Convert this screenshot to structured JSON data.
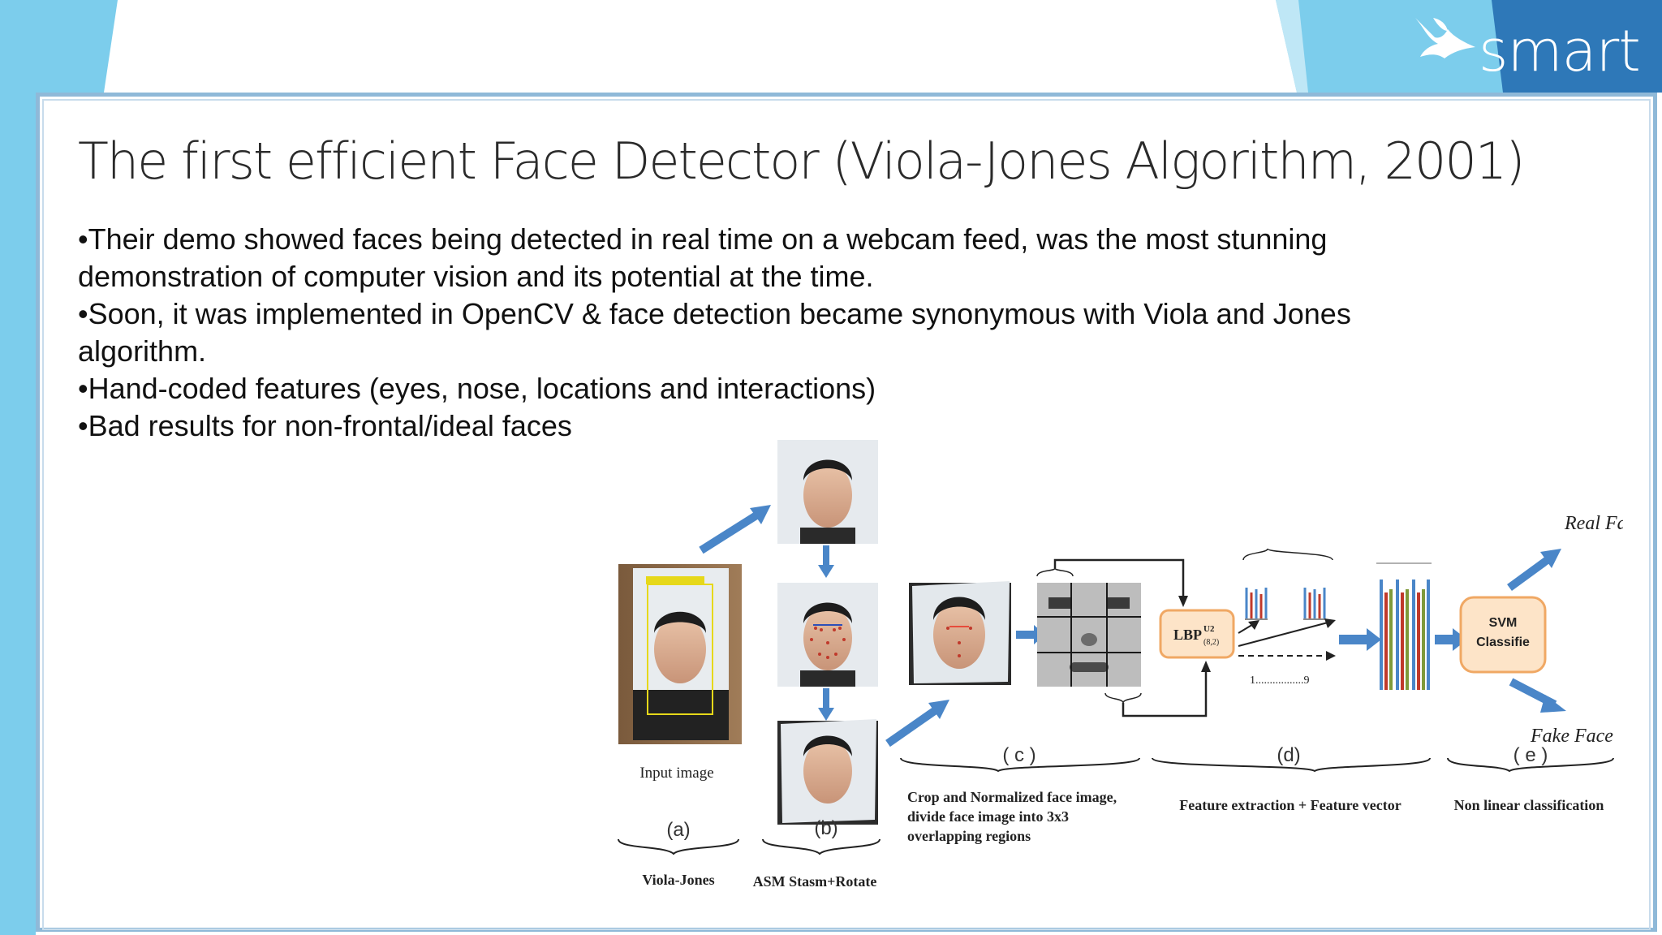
{
  "logo": {
    "text": "smart"
  },
  "slide": {
    "title": "The first efficient Face Detector (Viola-Jones Algorithm, 2001)",
    "bullets": [
      "•Their demo showed faces being detected in real time on a webcam feed, was the most stunning demonstration of computer vision and its potential at the time.",
      "•Soon, it was implemented in OpenCV & face detection became synonymous with Viola and Jones algorithm.",
      "•Hand-coded features (eyes, nose, locations and interactions)",
      "•Bad results for non-frontal/ideal faces"
    ]
  },
  "figure": {
    "input_caption": "Input image",
    "labels": {
      "a": "(a)",
      "b": "(b)",
      "c": "( c )",
      "d": "(d)",
      "e": "( e )"
    },
    "caption_a": "Viola-Jones",
    "caption_b": "ASM Stasm+Rotate",
    "caption_c": [
      "Crop and Normalized face image,",
      "divide face image into 3x3",
      "overlapping regions"
    ],
    "caption_d": "Feature extraction + Feature vector",
    "caption_e": "Non linear classification",
    "lbp_label": "LBP",
    "lbp_sup": "U2",
    "lbp_sub": "(8,2)",
    "vector_range": "1.................9",
    "svm_line1": "SVM",
    "svm_line2": "Classifie",
    "real_face": "Real Face",
    "fake_face": "Fake Face"
  },
  "colors": {
    "accent_light": "#7ccdec",
    "accent_dark": "#2e78b8",
    "frame": "#8fb9d8",
    "arrow": "#4a86c8",
    "svm_fill": "#fde4c8",
    "svm_stroke": "#f0a864"
  }
}
